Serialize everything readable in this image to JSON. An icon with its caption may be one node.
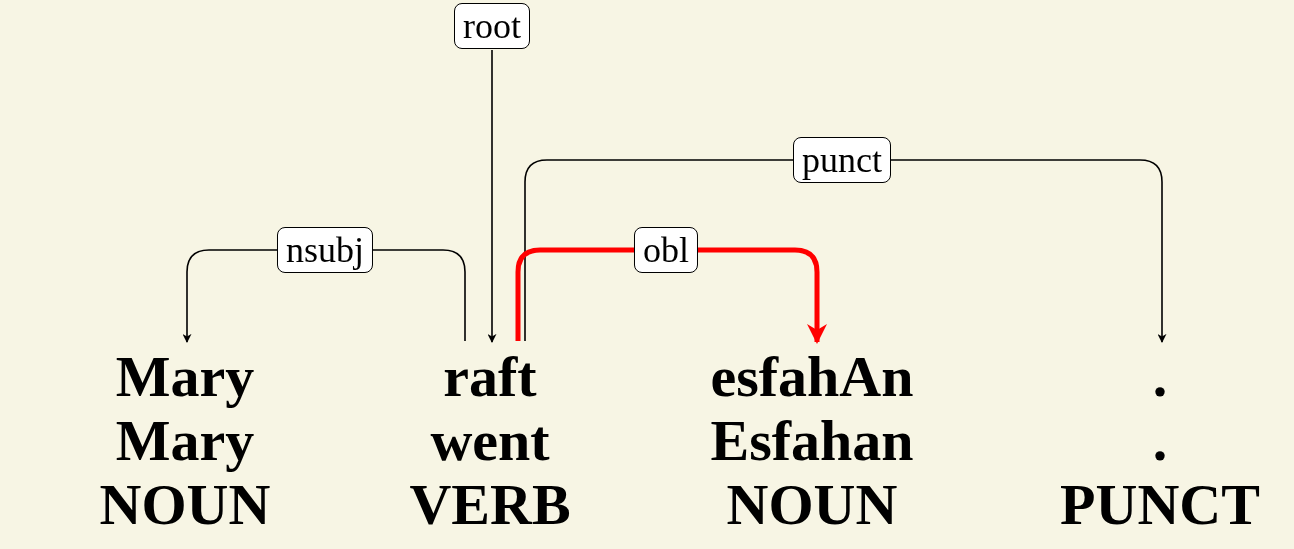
{
  "diagram": {
    "nodes": [
      {
        "text": [
          "Mary",
          "Mary",
          "NOUN"
        ]
      },
      {
        "text": [
          "raft",
          "went",
          "VERB"
        ]
      },
      {
        "text": [
          "esfahAn",
          "Esfahan",
          "NOUN"
        ]
      },
      {
        "text": [
          ".",
          ".",
          "PUNCT"
        ]
      }
    ],
    "edges": [
      {
        "from": null,
        "to": 1,
        "arrow": "to",
        "label": "root"
      },
      {
        "from": 1,
        "to": 3,
        "arrow": "to",
        "label": "punct"
      },
      {
        "from": 1,
        "to": 0,
        "arrow": "to",
        "label": "nsubj"
      },
      {
        "from": 1,
        "to": 2,
        "arrow": "to",
        "label": "obl",
        "style": "thick",
        "color": "#ff0000"
      }
    ]
  }
}
